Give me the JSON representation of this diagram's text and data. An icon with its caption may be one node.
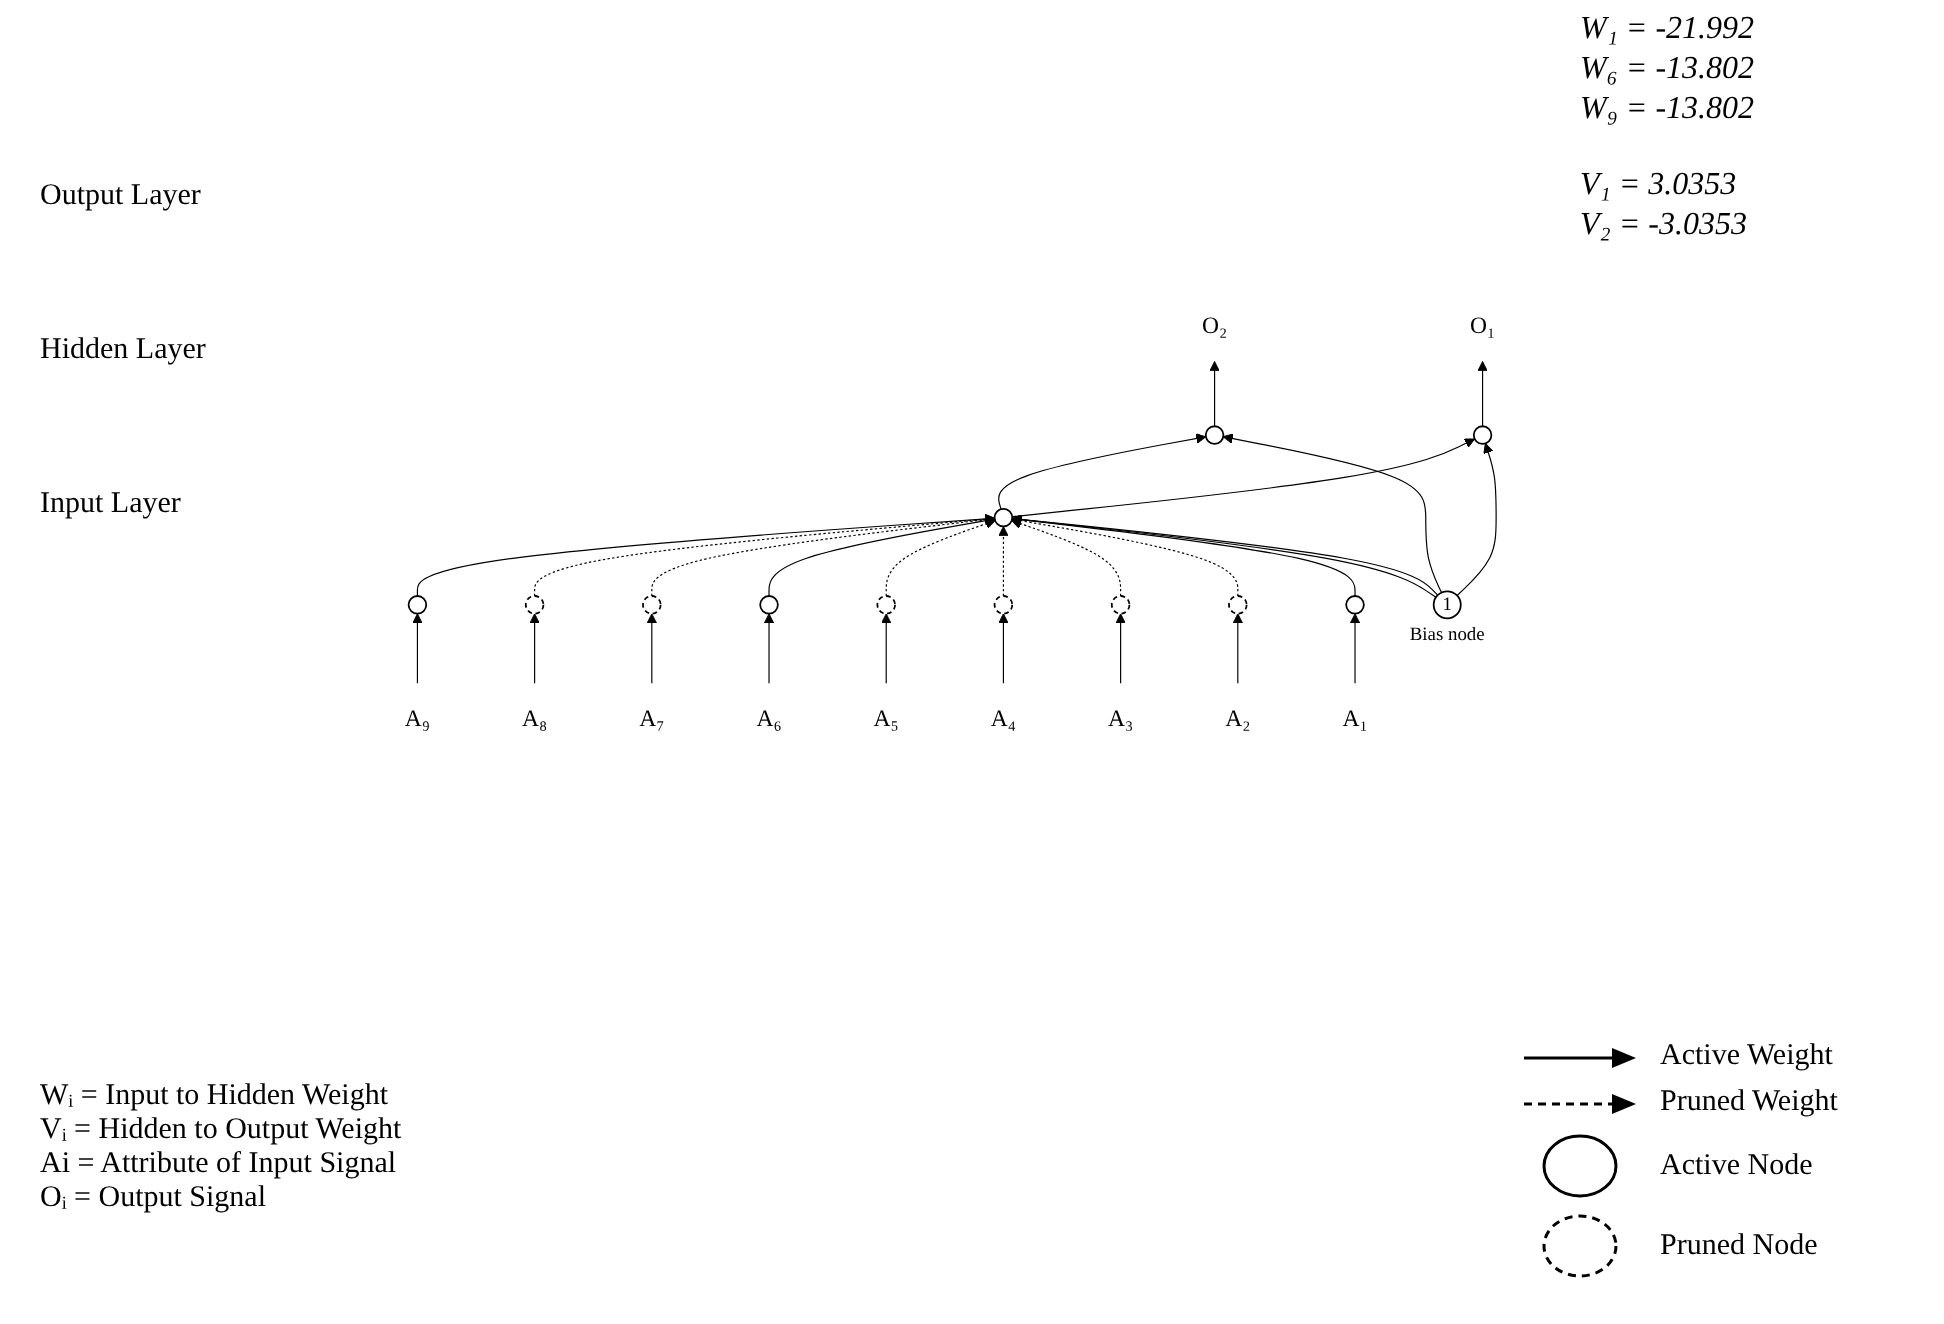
{
  "diagram": {
    "nodes": [
      {
        "text": [
          "O₁"
        ]
      },
      {
        "text": [
          "O₂"
        ]
      },
      {
        "text": [],
        "shape": "circle"
      },
      {
        "text": [],
        "shape": "circle"
      },
      {
        "text": [],
        "shape": "circle"
      },
      {
        "text": [],
        "shape": "circle"
      },
      {
        "text": [],
        "shape": "circle"
      },
      {
        "text": [],
        "shape": "circle"
      },
      {
        "text": [],
        "shape": "circle"
      },
      {
        "text": [],
        "shape": "circle"
      },
      {
        "text": [],
        "shape": "circle"
      },
      {
        "text": [],
        "shape": "circle"
      },
      {
        "text": [],
        "shape": "circle"
      },
      {
        "text": [],
        "shape": "circle"
      },
      {
        "text": [
          "1"
        ],
        "beside": [
          "Bias node"
        ]
      },
      {
        "text": [
          "A₁"
        ]
      },
      {
        "text": [
          "A₂"
        ]
      },
      {
        "text": [
          "A₃"
        ]
      },
      {
        "text": [
          "A₄"
        ]
      },
      {
        "text": [
          "A₅"
        ]
      },
      {
        "text": [
          "A₆"
        ]
      },
      {
        "text": [
          "A₇"
        ]
      },
      {
        "text": [
          "A₈"
        ]
      },
      {
        "text": [
          "A₉"
        ]
      }
    ],
    "edges": [
      {
        "from": 2,
        "to": 0,
        "arrow": "to"
      },
      {
        "from": 3,
        "to": 1,
        "arrow": "to"
      },
      {
        "from": 4,
        "to": 2,
        "arrow": "to"
      },
      {
        "from": 4,
        "to": 3,
        "arrow": "to"
      },
      {
        "from": 14,
        "to": 2,
        "arrow": "to"
      },
      {
        "from": 14,
        "to": 3,
        "arrow": "to"
      },
      {
        "from": 14,
        "to": 4,
        "arrow": "to"
      },
      {
        "from": 14,
        "to": 4,
        "arrow": "to"
      },
      {
        "from": 5,
        "to": 4,
        "arrow": "to"
      },
      {
        "from": 6,
        "to": 4,
        "arrow": "to",
        "style": "dashed"
      },
      {
        "from": 7,
        "to": 4,
        "arrow": "to",
        "style": "dashed"
      },
      {
        "from": 8,
        "to": 4,
        "arrow": "to",
        "style": "dashed"
      },
      {
        "from": 9,
        "to": 4,
        "arrow": "to",
        "style": "dashed"
      },
      {
        "from": 10,
        "to": 4,
        "arrow": "to"
      },
      {
        "from": 11,
        "to": 4,
        "arrow": "to",
        "style": "dashed"
      },
      {
        "from": 12,
        "to": 4,
        "arrow": "to",
        "style": "dashed"
      },
      {
        "from": 13,
        "to": 4,
        "arrow": "to"
      },
      {
        "from": 15,
        "to": 5,
        "arrow": "to"
      },
      {
        "from": 16,
        "to": 6,
        "arrow": "to"
      },
      {
        "from": 17,
        "to": 7,
        "arrow": "to"
      },
      {
        "from": 18,
        "to": 8,
        "arrow": "to"
      },
      {
        "from": 19,
        "to": 9,
        "arrow": "to"
      },
      {
        "from": 20,
        "to": 10,
        "arrow": "to"
      },
      {
        "from": 21,
        "to": 11,
        "arrow": "to"
      },
      {
        "from": 22,
        "to": 12,
        "arrow": "to"
      },
      {
        "from": 23,
        "to": 13,
        "arrow": "to"
      }
    ],
    "labels": [
      "Output Layer",
      "Hidden Layer",
      "Input Layer",
      "W₁ = -21.992",
      "W₆ = -13.802",
      "W₉ = -13.802",
      "V₁ = 3.0353",
      "V₂ = -3.0353",
      "Wᵢ = Input to Hidden Weight",
      "Vᵢ = Hidden to Output Weight",
      "Ai = Attribute of Input Signal",
      "Oᵢ = Output Signal"
    ],
    "legend": [
      {
        "text": "Active Weight"
      },
      {
        "text": "Pruned Weight"
      },
      {
        "text": "Active Node"
      },
      {
        "text": "Pruned Node"
      }
    ]
  }
}
